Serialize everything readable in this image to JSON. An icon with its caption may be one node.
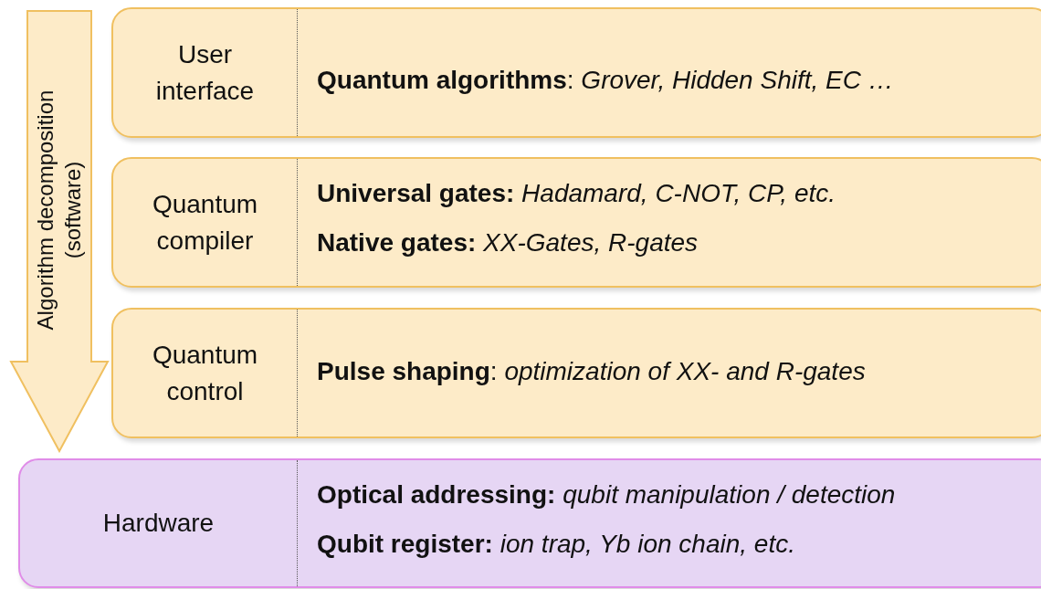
{
  "diagram": {
    "nodes": [
      {
        "text": [
          "Algorithm decomposition (software)"
        ]
      },
      {
        "text": [
          "User interface",
          "**Quantum algorithms**: *Grover, Hidden Shift, EC …*"
        ]
      },
      {
        "text": [
          "Quantum compiler",
          "**Universal gates:** *Hadamard, C-NOT, CP, etc.*",
          "**Native gates:** *XX-Gates, R-gates*"
        ]
      },
      {
        "text": [
          "Quantum control",
          "**Pulse shaping**: *optimization of XX- and R-gates*"
        ]
      },
      {
        "text": [
          "Hardware",
          "**Optical addressing:** *qubit manipulation / detection*",
          "**Qubit register:** *ion trap, Yb ion chain, etc.*"
        ]
      }
    ],
    "edges": []
  }
}
